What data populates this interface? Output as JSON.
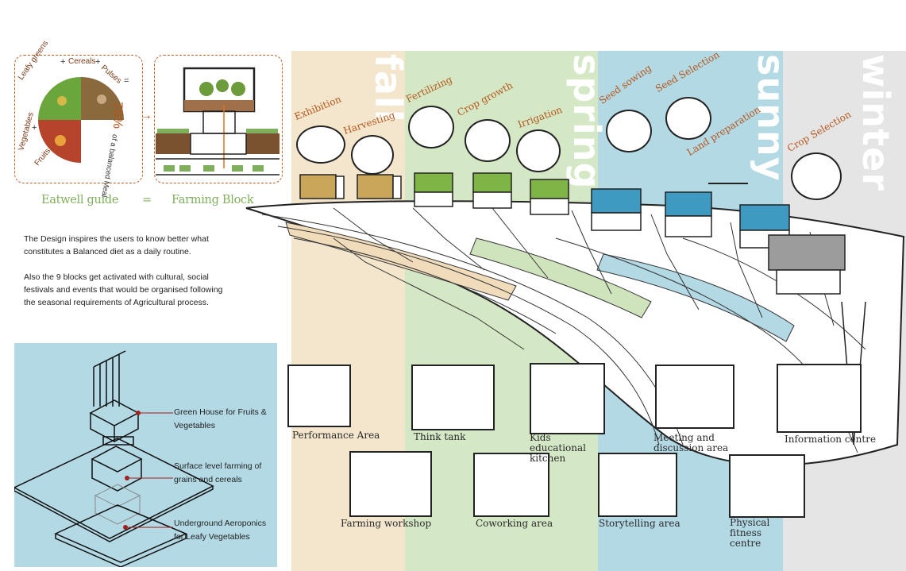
{
  "colors": {
    "fall": "#f3e6cd",
    "spring": "#d4e8c6",
    "sunny": "#b3d9e5",
    "winter": "#e5e5e5",
    "legend_bg": "#b3d9e5",
    "accent": "#c1602a",
    "caption": "#7fae5c"
  },
  "seasons": {
    "fall": "fall",
    "spring": "spring",
    "sunny": "sunny",
    "winter": "winter"
  },
  "eatwell": {
    "labels": [
      "Leafy greens",
      "Cereals",
      "Pulses",
      "Vegetables",
      "Fruits"
    ],
    "percent": "75%",
    "arc_text": "of a balanced Meal",
    "plus": "+",
    "equals": "="
  },
  "captions": {
    "eatwell": "Eatwell guide",
    "equals": "=",
    "farming": "Farming Block"
  },
  "paragraphs": {
    "p1": "The Design inspires the users to  know better what constitutes a Balanced diet as a daily routine.",
    "p2": "Also the 9 blocks get activated with cultural, social festivals and events that would be organised following the seasonal requirements of Agricultural process."
  },
  "legend": {
    "greenhouse": "Green House for Fruits & Vegetables",
    "surface": "Surface level farming of grains and cereals",
    "underground": "Underground Aeroponics for Leafy Vegetables"
  },
  "activities": {
    "exhibition": "Exhibition",
    "harvesting": "Harvesting",
    "fertilizing": "Fertilizing",
    "crop_growth": "Crop growth",
    "irrigation": "Irrigation",
    "seed_sowing": "Seed sowing",
    "seed_selection": "Seed Selection",
    "land_preparation": "Land preparation",
    "crop_selection": "Crop Selection"
  },
  "spaces": {
    "performance": "Performance Area",
    "think_tank": "Think tank",
    "kids_kitchen": "Kids educational kitchen",
    "meeting": "Meeting and discussion area",
    "information": "Information centre",
    "farming_workshop": "Farming workshop",
    "coworking": "Coworking area",
    "storytelling": "Storytelling area",
    "fitness": "Physical fitness centre"
  }
}
